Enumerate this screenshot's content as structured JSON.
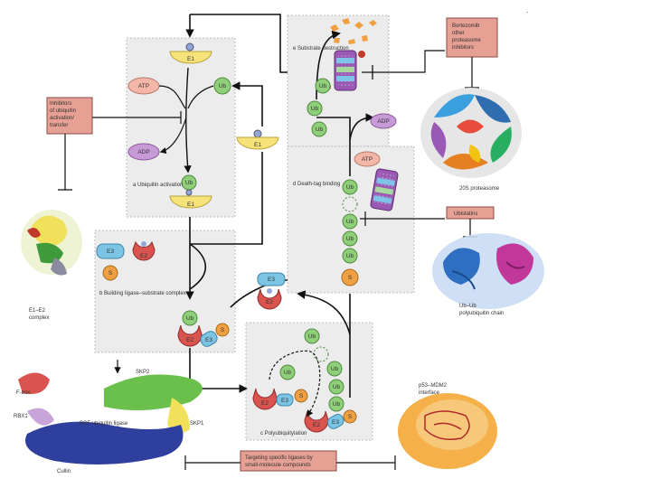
{
  "panels": {
    "a": "a Ubiquitin activation",
    "b": "b Building ligase–substrate complex",
    "c": "c Polyubiquitylation",
    "d": "d Death-tag binding",
    "e": "e Substrate destruction"
  },
  "molecules": {
    "E1": "E1",
    "E2": "E2",
    "E3": "E3",
    "Ub": "Ub",
    "S": "S",
    "ATP": "ATP",
    "ADP": "ADP"
  },
  "inhibitor_boxes": {
    "activation": [
      "Inhibitors",
      "of ubiquitin",
      "activation/",
      "transfer"
    ],
    "proteasome": [
      "Bortezomib",
      "other",
      "proteasome",
      "inhibitors"
    ],
    "ubistatins": [
      "Ubistatins"
    ],
    "ligases": [
      "Targeting specific ligases by",
      "small-molecule compounds"
    ]
  },
  "structures": {
    "e1e2": [
      "E1–E2",
      "complex"
    ],
    "proteasome": "20S proteasome",
    "ubistatin": [
      "Ub–Ub",
      "polyubiquitin chain"
    ],
    "p53": [
      "p53–MDM2",
      "interface"
    ],
    "scf_title": "SCF ubiquitin ligase",
    "skp2": "SKP2",
    "skp1": "SKP1",
    "f_box": "F-box",
    "rbx1": "RBX1",
    "cullin": "Cullin"
  },
  "colors": {
    "e1": "#f7e27a",
    "e2": "#d9534f",
    "e3": "#7cc4e4",
    "ub": "#8fcf7a",
    "s": "#f0a040",
    "atp": "#f4b6a6",
    "adp": "#c89ad8",
    "panel": "#ececec",
    "note_box": "#e7a094"
  },
  "page_mark": "-"
}
